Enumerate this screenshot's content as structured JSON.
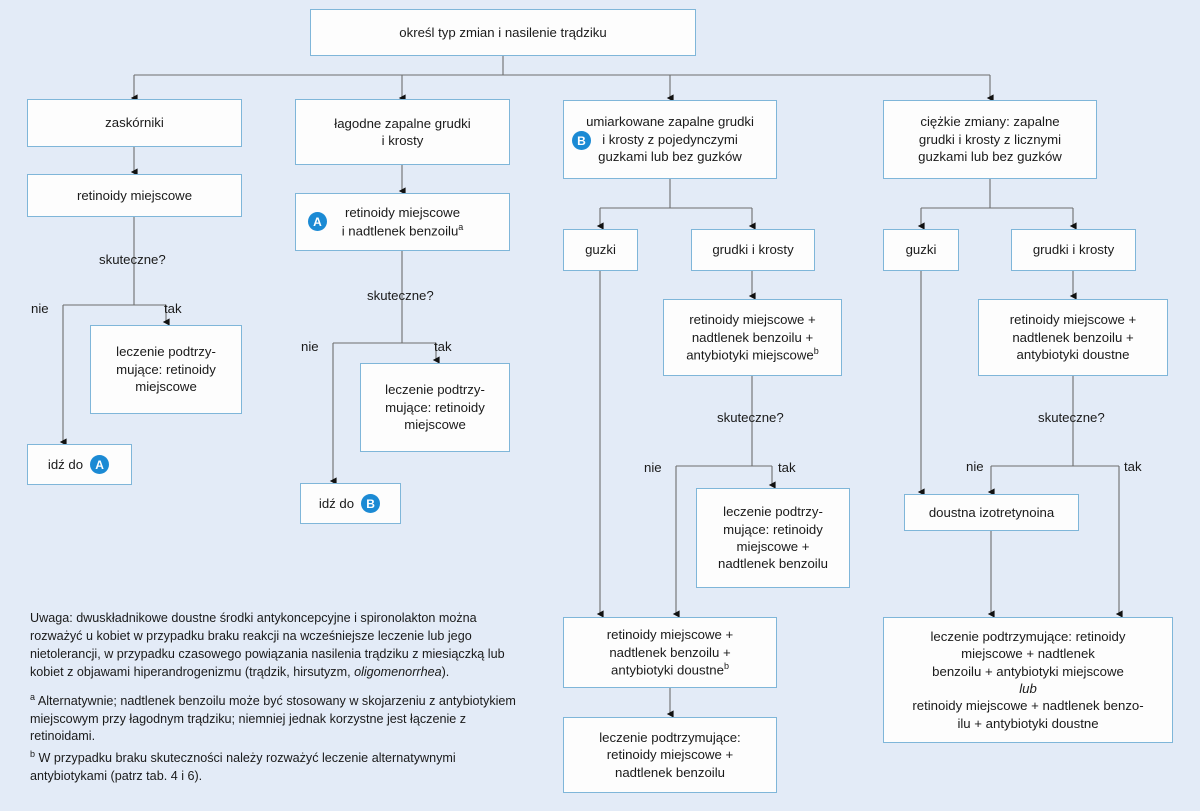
{
  "colors": {
    "background": "#e3ebf7",
    "box_border": "#7fb6d9",
    "box_fill": "#fdfdfd",
    "badge": "#1b8ad4",
    "connector": "#6e6e6e",
    "text": "#1a1a1a"
  },
  "chart_data": {
    "type": "diagram",
    "title": "określ typ zmian i nasilenie trądziku",
    "nodes": [
      {
        "id": "root",
        "label": "określ typ zmian i nasilenie trądziku"
      },
      {
        "id": "c1-1",
        "label": "zaskórniki"
      },
      {
        "id": "c1-2",
        "label": "retinoidy miejscowe"
      },
      {
        "id": "c1-3",
        "label": "leczenie podtrzy-\nmujące: retinoidy\nmiejscowe"
      },
      {
        "id": "c1-4",
        "label": "idź do A"
      },
      {
        "id": "c2-1",
        "label": "łagodne zapalne grudki\ni krosty"
      },
      {
        "id": "c2-2",
        "label": "retinoidy miejscowe\ni nadtlenek benzoilu a",
        "badge": "A"
      },
      {
        "id": "c2-3",
        "label": "leczenie podtrzy-\nmujące: retinoidy\nmiejscowe"
      },
      {
        "id": "c2-4",
        "label": "idź do B"
      },
      {
        "id": "c3-1",
        "label": "umiarkowane zapalne grudki\ni krosty z pojedynczymi\nguzkami lub bez guzków",
        "badge": "B"
      },
      {
        "id": "c3-2a",
        "label": "guzki"
      },
      {
        "id": "c3-2b",
        "label": "grudki i krosty"
      },
      {
        "id": "c3-3",
        "label": "retinoidy miejscowe +\nnadtlenek benzoilu +\nantybiotyki miejscowe b"
      },
      {
        "id": "c3-4",
        "label": "leczenie podtrzy-\nmujące: retinoidy\nmiejscowe +\nnadtlenek benzoilu"
      },
      {
        "id": "c3-5",
        "label": "retinoidy miejscowe +\nnadtlenek benzoilu +\nantybiotyki doustne b"
      },
      {
        "id": "c3-6",
        "label": "leczenie podtrzymujące:\nretinoidy miejscowe +\nnadtlenek benzoilu"
      },
      {
        "id": "c4-1",
        "label": "ciężkie zmiany: zapalne\ngrudki i krosty z licznymi\nguzkami lub bez guzków"
      },
      {
        "id": "c4-2a",
        "label": "guzki"
      },
      {
        "id": "c4-2b",
        "label": "grudki i krosty"
      },
      {
        "id": "c4-3",
        "label": "retinoidy miejscowe +\nnadtlenek benzoilu +\nantybiotyki doustne"
      },
      {
        "id": "c4-4",
        "label": "doustna izotretynoina"
      },
      {
        "id": "c4-5",
        "label": "leczenie podtrzymujące: retinoidy miejscowe + nadtlenek benzoilu + antybiotyki miejscowe lub retinoidy miejscowe + nadtlenek benzoilu + antybiotyki doustne"
      }
    ],
    "edge_labels": [
      "nie",
      "tak",
      "skuteczne?"
    ]
  },
  "root": {
    "label": "określ typ zmian i nasilenie trądziku"
  },
  "col1": {
    "node1": "zaskórniki",
    "node2": "retinoidy miejscowe",
    "question": "skuteczne?",
    "label_no": "nie",
    "label_yes": "tak",
    "maint_line1": "leczenie podtrzy-",
    "maint_line2": "mujące: retinoidy",
    "maint_line3": "miejscowe",
    "goto_text": "idź do",
    "goto_badge": "A"
  },
  "col2": {
    "node1_line1": "łagodne zapalne grudki",
    "node1_line2": "i krosty",
    "node2_line1": "retinoidy miejscowe",
    "node2_line2": "i nadtlenek benzoilu",
    "node2_sup": "a",
    "node2_badge": "A",
    "question": "skuteczne?",
    "label_no": "nie",
    "label_yes": "tak",
    "maint_line1": "leczenie podtrzy-",
    "maint_line2": "mujące: retinoidy",
    "maint_line3": "miejscowe",
    "goto_text": "idź do",
    "goto_badge": "B"
  },
  "col3": {
    "node1_line1": "umiarkowane zapalne grudki",
    "node1_line2": "i krosty z pojedynczymi",
    "node1_line3": "guzkami lub bez guzków",
    "node1_badge": "B",
    "branch_nodules": "guzki",
    "branch_papules": "grudki i krosty",
    "treat_line1": "retinoidy miejscowe +",
    "treat_line2": "nadtlenek benzoilu +",
    "treat_line3": "antybiotyki miejscowe",
    "treat_sup": "b",
    "question": "skuteczne?",
    "label_no": "nie",
    "label_yes": "tak",
    "maint_line1": "leczenie podtrzy-",
    "maint_line2": "mujące: retinoidy",
    "maint_line3": "miejscowe +",
    "maint_line4": "nadtlenek benzoilu",
    "oral_line1": "retinoidy miejscowe +",
    "oral_line2": "nadtlenek benzoilu +",
    "oral_line3": "antybiotyki doustne",
    "oral_sup": "b",
    "final_line1": "leczenie podtrzymujące:",
    "final_line2": "retinoidy miejscowe +",
    "final_line3": "nadtlenek benzoilu"
  },
  "col4": {
    "node1_line1": "ciężkie zmiany: zapalne",
    "node1_line2": "grudki i krosty z licznymi",
    "node1_line3": "guzkami lub bez guzków",
    "branch_nodules": "guzki",
    "branch_papules": "grudki i krosty",
    "treat_line1": "retinoidy miejscowe +",
    "treat_line2": "nadtlenek benzoilu +",
    "treat_line3": "antybiotyki doustne",
    "question": "skuteczne?",
    "label_no": "nie",
    "label_yes": "tak",
    "isotretinoin": "doustna izotretynoina",
    "final_line1": "leczenie podtrzymujące: retinoidy",
    "final_line2": "miejscowe + nadtlenek",
    "final_line3": "benzoilu + antybiotyki miejscowe",
    "final_line4": "lub",
    "final_line5": "retinoidy miejscowe + nadtlenek benzo-",
    "final_line6": "ilu + antybiotyki doustne"
  },
  "notes": {
    "note_main": "Uwaga: dwuskładnikowe doustne środki antykoncepcyjne i spironolakton można rozważyć u kobiet w przypadku braku reakcji na wcześniejsze leczenie lub jego nietolerancji, w przypadku czasowego powiązania nasilenia trądziku z miesiączką lub kobiet z objawami hiperandrogenizmu (trądzik, hirsutyzm, ",
    "note_main_italic": "oligomenorrhea",
    "note_main_end": ").",
    "note_a_sup": "a",
    "note_a": " Alternatywnie; nadtlenek benzoilu może być stosowany w skojarzeniu z antybiotykiem miejscowym przy łagodnym trądziku; niemniej jednak korzystne jest łączenie z retinoidami.",
    "note_b_sup": "b",
    "note_b": " W przypadku braku skuteczności należy rozważyć leczenie alternatywnymi antybiotykami (patrz tab. 4 i 6)."
  }
}
